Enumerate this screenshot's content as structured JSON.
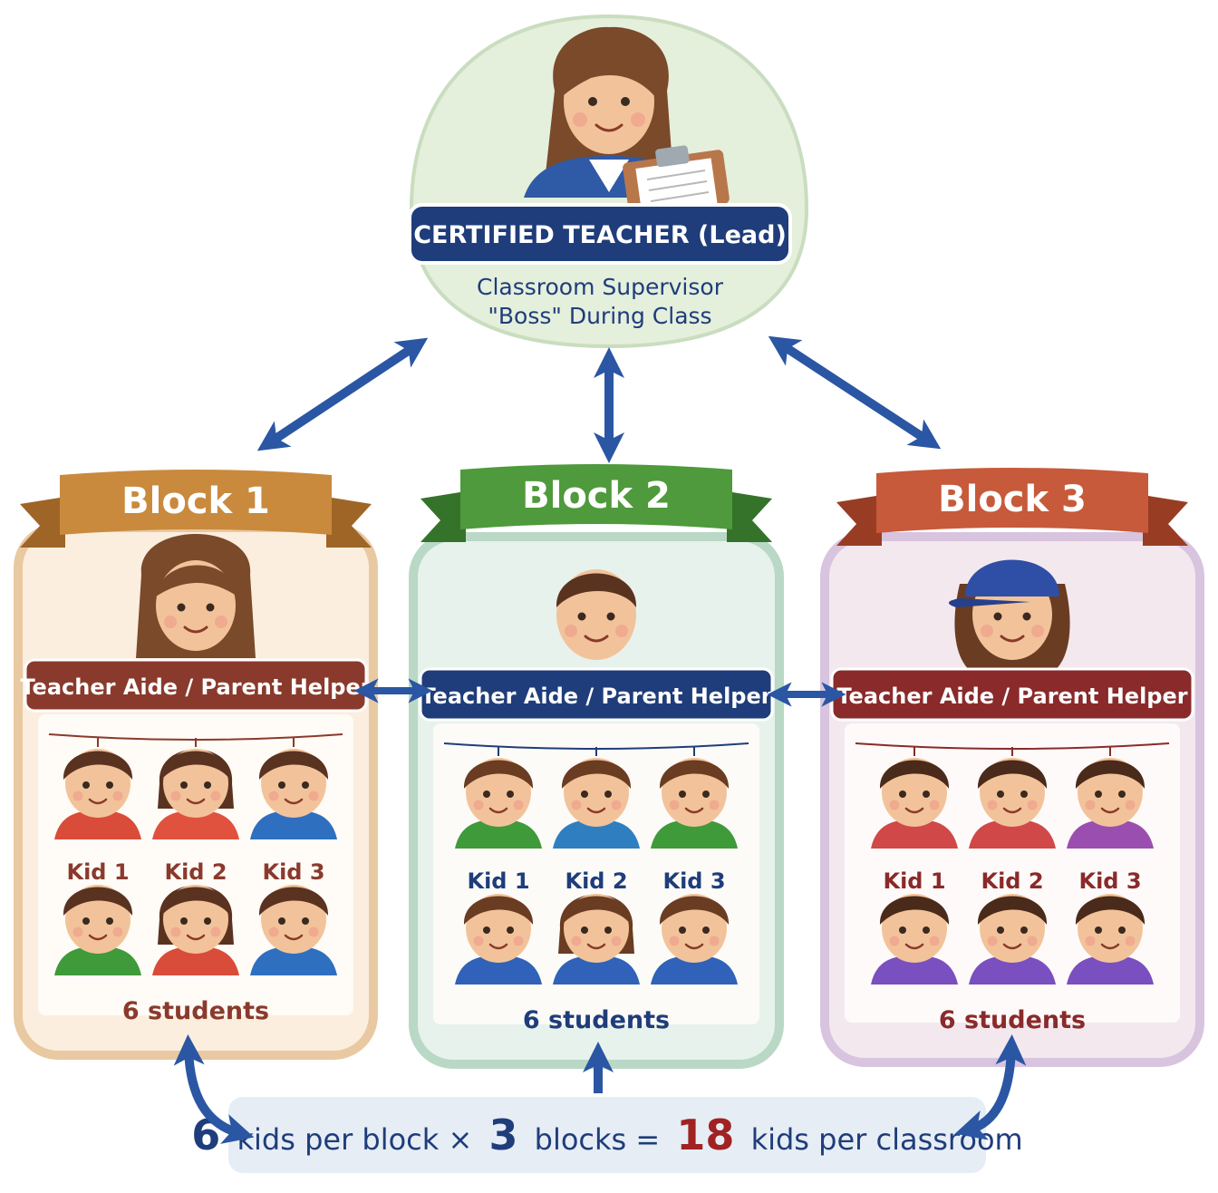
{
  "lead": {
    "title": "CERTIFIED TEACHER (Lead)",
    "line1": "Classroom Supervisor",
    "line2": "\"Boss\" During Class"
  },
  "blocks": [
    {
      "name": "Block 1",
      "helper": "Teacher Aide / Parent Helper",
      "kids": [
        "Kid 1",
        "Kid 2",
        "Kid 3"
      ],
      "count": "6 students",
      "colors": {
        "ribbon": "#c98a3e",
        "ribbon_dark": "#9e6526",
        "panel": "#fbeede",
        "panel_edge": "#e9c9a1",
        "label": "#8a3a2c",
        "accent": "#8a3a2c",
        "helper_shirt": "#e0788a"
      },
      "kid_shirts": [
        "#d94c3a",
        "#e0523e",
        "#2f6fc0",
        "#3f9a3a",
        "#d94c3a",
        "#2f6fc0"
      ],
      "kid_girl": [
        false,
        true,
        false,
        false,
        true,
        false
      ]
    },
    {
      "name": "Block 2",
      "helper": "Teacher Aide / Parent Helper",
      "kids": [
        "Kid 1",
        "Kid 2",
        "Kid 3"
      ],
      "count": "6 students",
      "colors": {
        "ribbon": "#4f9a3c",
        "ribbon_dark": "#35732a",
        "panel": "#e7f2ec",
        "panel_edge": "#b9d8c6",
        "label": "#1f3d7a",
        "accent": "#1f3d7a",
        "helper_shirt": "#3e8e3a"
      },
      "kid_shirts": [
        "#3f9a3a",
        "#2f7fc0",
        "#3f9a3a",
        "#2f62b8",
        "#2f62b8",
        "#2f62b8"
      ],
      "kid_girl": [
        false,
        false,
        false,
        false,
        true,
        false
      ]
    },
    {
      "name": "Block 3",
      "helper": "Teacher Aide / Parent Helper",
      "kids": [
        "Kid 1",
        "Kid 2",
        "Kid 3"
      ],
      "count": "6 students",
      "colors": {
        "ribbon": "#c75a3a",
        "ribbon_dark": "#983d24",
        "panel": "#f4e8ef",
        "panel_edge": "#d8c4de",
        "label": "#8a2a2a",
        "accent": "#8a2a2a",
        "helper_shirt": "#6a4fb0"
      },
      "kid_shirts": [
        "#d04848",
        "#d04848",
        "#9a4fb0",
        "#7a4fc0",
        "#7a4fc0",
        "#7a4fc0"
      ],
      "kid_girl": [
        false,
        false,
        false,
        false,
        false,
        false
      ]
    }
  ],
  "formula": {
    "n1": "6",
    "t1": "kids per block ×",
    "n2": "3",
    "t2": "blocks =",
    "n3": "18",
    "t3": "kids per classroom"
  },
  "colors": {
    "navy": "#1f3d7a",
    "arrow": "#2a56a4",
    "lead_bubble": "#e4efdc",
    "lead_edge": "#c9ddbf",
    "total_red": "#a02222",
    "formula_bg": "#e6edf5"
  }
}
